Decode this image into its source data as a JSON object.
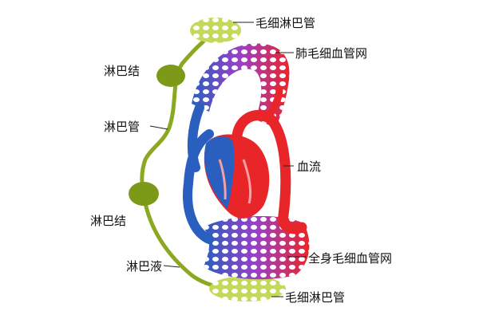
{
  "labels": {
    "lymph_capillary_top": "毛细淋巴管",
    "pulmonary_capillary_network": "肺毛细血管网",
    "lymph_node_upper": "淋巴结",
    "lymph_vessel": "淋巴管",
    "blood_flow": "血流",
    "lymph_node_lower": "淋巴结",
    "lymph_fluid": "淋巴液",
    "systemic_capillary_network": "全身毛细血管网",
    "lymph_capillary_bottom": "毛细淋巴管"
  },
  "colors": {
    "lymph": "#8aa820",
    "lymph_node": "#7c9a18",
    "artery": "#e8262a",
    "vein": "#2a5fc0",
    "capillary_mix": "#9b3fc8"
  }
}
